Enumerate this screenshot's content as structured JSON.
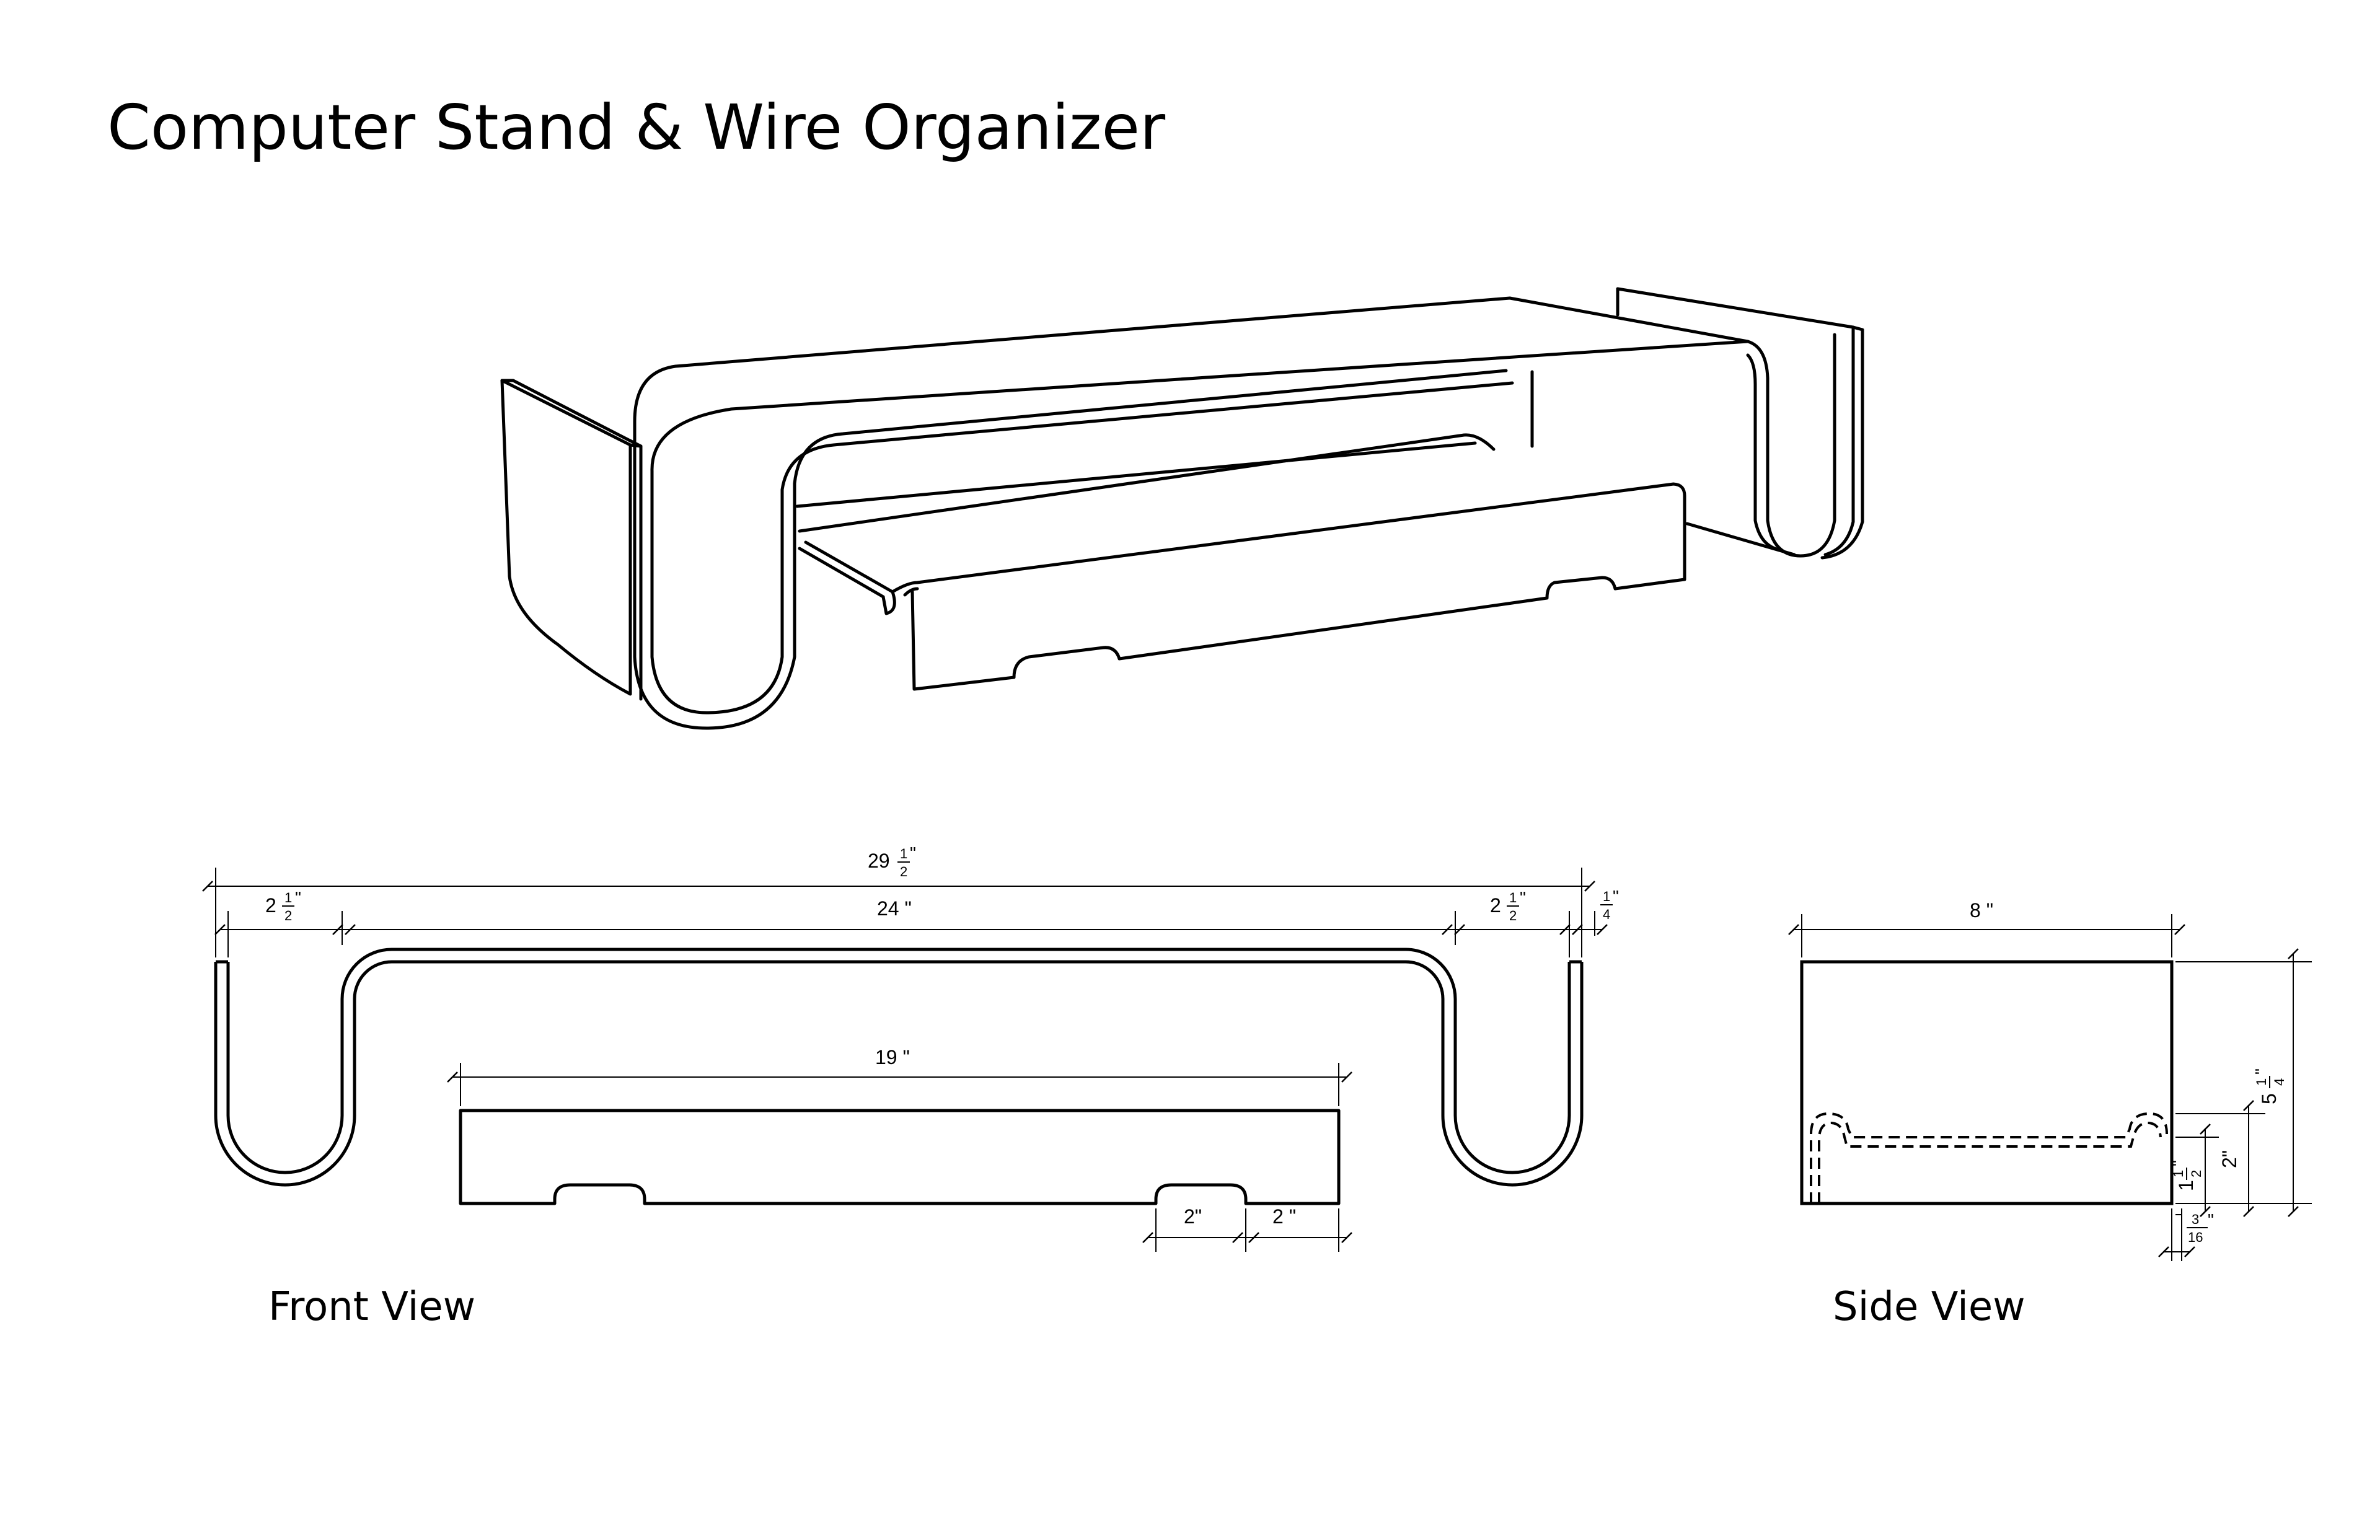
{
  "title": "Computer Stand & Wire Organizer",
  "front_view": {
    "label": "Front View",
    "dims": {
      "overall_whole": "29",
      "overall_frac_num": "1",
      "overall_frac_den": "2",
      "side_left_whole": "2",
      "side_left_num": "1",
      "side_left_den": "2",
      "center": "24 \"",
      "side_right_whole": "2",
      "side_right_num": "1",
      "side_right_den": "2",
      "thickness_num": "1",
      "thickness_den": "4",
      "drawer": "19 \"",
      "notch_a": "2\"",
      "notch_b": "2 \""
    }
  },
  "side_view": {
    "label": "Side View",
    "dims": {
      "depth": "8 \"",
      "height_whole": "5",
      "height_num": "1",
      "height_den": "4",
      "drawer_height": "2\"",
      "tray_whole": "1",
      "tray_num": "1",
      "tray_den": "2",
      "base_num": "3",
      "base_den": "16"
    }
  }
}
